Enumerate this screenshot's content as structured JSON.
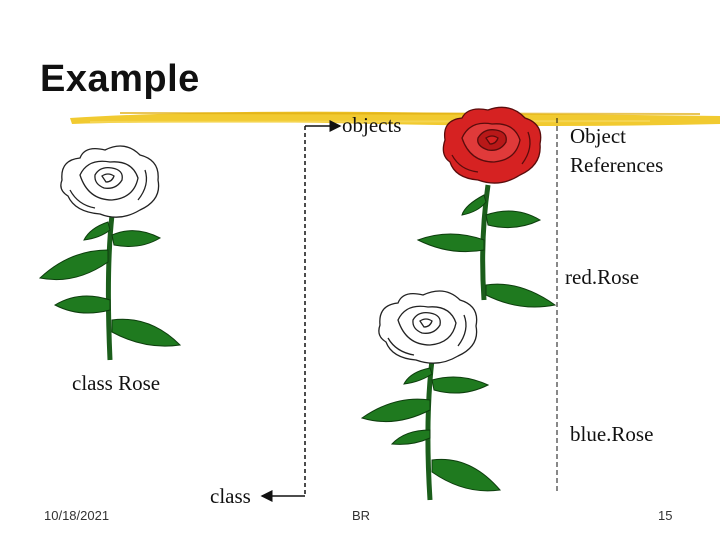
{
  "slide": {
    "title": "Example",
    "labels": {
      "objects": "objects",
      "object_references_line1": "Object",
      "object_references_line2": "References",
      "red_rose": "red.Rose",
      "class_rose": "class Rose",
      "blue_rose": "blue.Rose",
      "class": "class"
    },
    "footer": {
      "date": "10/18/2021",
      "author": "BR",
      "page_number": "15"
    },
    "colors": {
      "title_bar": "#f0c419",
      "red_rose": "#d62222",
      "leaf": "#1f7a1f",
      "stem": "#1b5e1b"
    }
  }
}
